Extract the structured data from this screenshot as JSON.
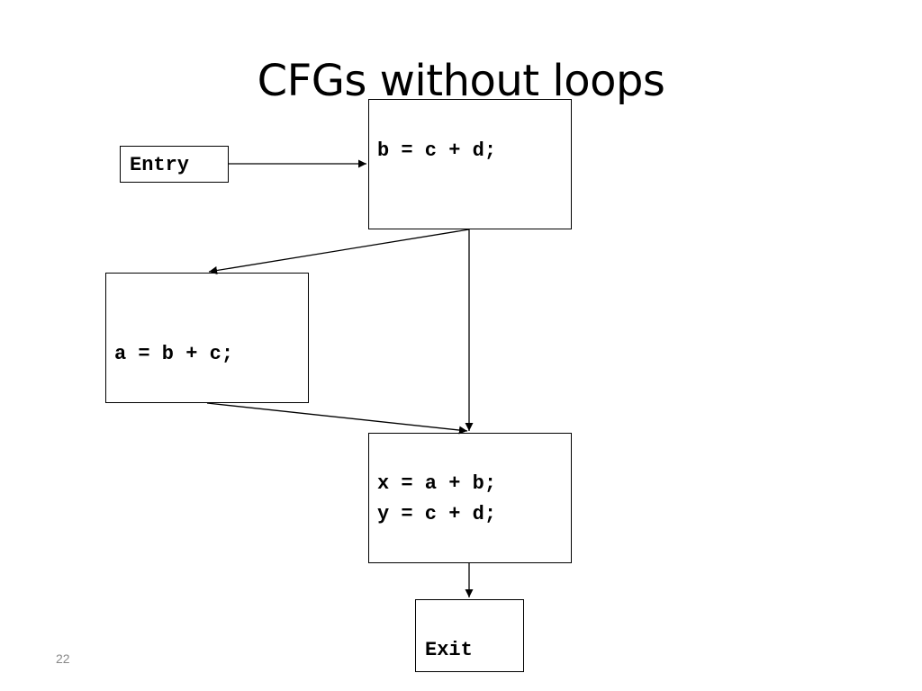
{
  "slide": {
    "title": "CFGs without loops",
    "number": "22"
  },
  "diagram": {
    "nodes": {
      "entry": {
        "label": "Entry"
      },
      "block1": {
        "lines": [
          "b = c + d;"
        ]
      },
      "block2": {
        "lines": [
          "a = b + c;"
        ]
      },
      "block3": {
        "lines": [
          "x = a + b;",
          "y = c + d;"
        ]
      },
      "exit": {
        "label": "Exit"
      }
    },
    "edges": [
      {
        "from": "entry",
        "to": "block1"
      },
      {
        "from": "block1",
        "to": "block2"
      },
      {
        "from": "block1",
        "to": "block3"
      },
      {
        "from": "block2",
        "to": "block3"
      },
      {
        "from": "block3",
        "to": "exit"
      }
    ]
  }
}
